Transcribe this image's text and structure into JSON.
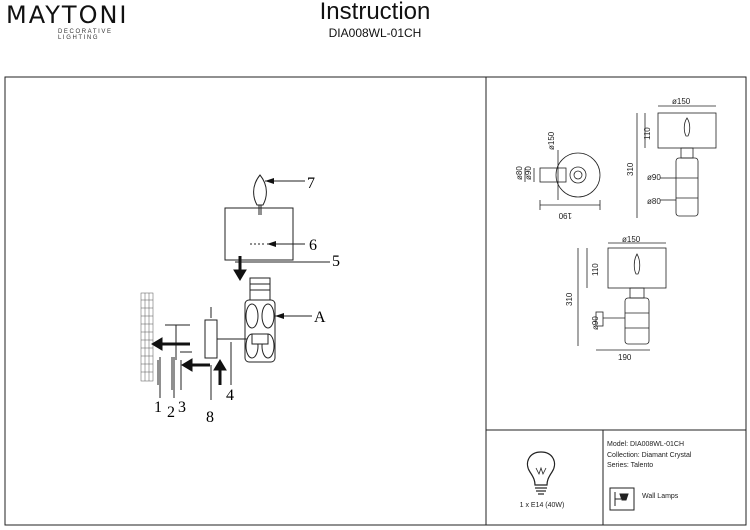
{
  "brand": {
    "name": "MAYTONI",
    "tagline": "DECORATIVE LIGHTING"
  },
  "header": {
    "title": "Instruction",
    "model_code": "DIA008WL-01CH"
  },
  "callouts": {
    "c1": "1",
    "c2": "2",
    "c3": "3",
    "c4": "4",
    "c5": "5",
    "c6": "6",
    "c7": "7",
    "c8": "8",
    "cA": "A"
  },
  "dimensions": {
    "top_diam_150": "ø150",
    "top_diam_80": "ø80",
    "top_diam_90": "ø90",
    "top_width_190": "190",
    "side_shade_diam": "ø150",
    "side_shade_h": "110",
    "side_total_h": "310",
    "side_diam_90": "ø90",
    "side_diam_80": "ø80",
    "front_shade_diam": "ø150",
    "front_shade_h": "110",
    "front_total_h": "310",
    "front_diam_90": "ø90",
    "front_width": "190"
  },
  "specs": {
    "model": "Model: DIA008WL-01CH",
    "collection": "Collection: Diamant Crystal",
    "series": "Series: Talento"
  },
  "lamp": {
    "note": "1 x E14 (40W)"
  },
  "category": {
    "label": "Wall Lamps"
  },
  "icons": [
    "bulb-icon",
    "wall-lamp-icon"
  ]
}
